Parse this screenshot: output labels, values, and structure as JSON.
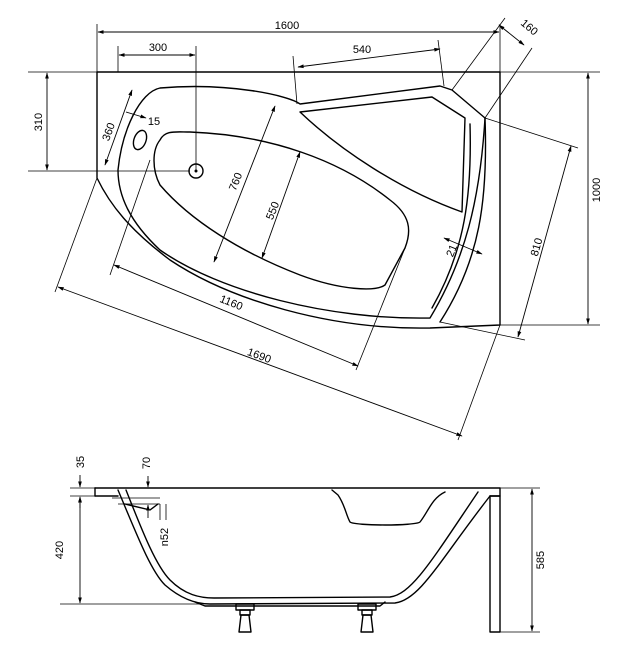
{
  "drawing": {
    "top_view": {
      "overall_width": "1600",
      "overall_depth": "1000",
      "drain_from_edge": "300",
      "drain_depth": "310",
      "headrest_length": "540",
      "corner_cut": "160",
      "overflow_offset": "360",
      "overflow_dia": "15",
      "inner_length": "760",
      "inner_width": "550",
      "rim_thickness": "21",
      "side_depth": "810",
      "diag_inner": "1160",
      "diag_outer": "1690"
    },
    "side_view": {
      "rim_height": "35",
      "overflow_center": "70",
      "drain_dia": "n52",
      "inner_depth": "420",
      "total_height": "585"
    }
  }
}
